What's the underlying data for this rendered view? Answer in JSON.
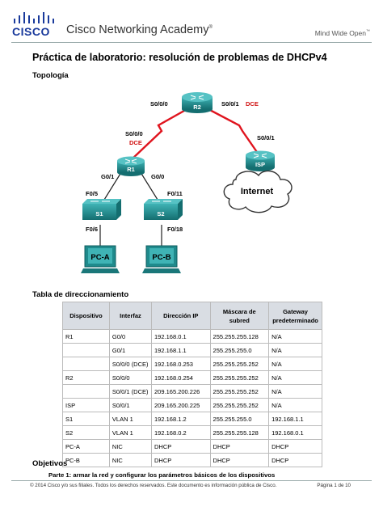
{
  "header": {
    "logo_text": "CISCO",
    "academy": "Cisco Networking Academy",
    "trademark": "®",
    "tagline": "Mind Wide Open",
    "tagline_mark": "™"
  },
  "title": "Práctica de laboratorio: resolución de problemas de DHCPv4",
  "topology": {
    "heading": "Topología",
    "labels": {
      "r2_left": "S0/0/0",
      "r2_right": "S0/0/1",
      "dce1": "DCE",
      "isp_port": "S0/0/1",
      "r1_serial": "S0/0/0",
      "dce2": "DCE",
      "r1_g01": "G0/1",
      "r1_g00": "G0/0",
      "s1_top": "F0/5",
      "s2_top": "F0/11",
      "s1_bottom": "F0/6",
      "s2_bottom": "F0/18"
    },
    "devices": {
      "r2": "R2",
      "isp": "ISP",
      "r1": "R1",
      "s1": "S1",
      "s2": "S2",
      "pca": "PC-A",
      "pcb": "PC-B",
      "internet": "Internet"
    }
  },
  "table": {
    "heading": "Tabla de direccionamiento",
    "columns": [
      "Dispositivo",
      "Interfaz",
      "Dirección IP",
      "Máscara de subred",
      "Gateway predeterminado"
    ],
    "rows": [
      [
        "R1",
        "G0/0",
        "192.168.0.1",
        "255.255.255.128",
        "N/A"
      ],
      [
        "",
        "G0/1",
        "192.168.1.1",
        "255.255.255.0",
        "N/A"
      ],
      [
        "",
        "S0/0/0 (DCE)",
        "192.168.0.253",
        "255.255.255.252",
        "N/A"
      ],
      [
        "R2",
        "S0/0/0",
        "192.168.0.254",
        "255.255.255.252",
        "N/A"
      ],
      [
        "",
        "S0/0/1 (DCE)",
        "209.165.200.226",
        "255.255.255.252",
        "N/A"
      ],
      [
        "ISP",
        "S0/0/1",
        "209.165.200.225",
        "255.255.255.252",
        "N/A"
      ],
      [
        "S1",
        "VLAN 1",
        "192.168.1.2",
        "255.255.255.0",
        "192.168.1.1"
      ],
      [
        "S2",
        "VLAN 1",
        "192.168.0.2",
        "255.255.255.128",
        "192.168.0.1"
      ],
      [
        "PC-A",
        "NIC",
        "DHCP",
        "DHCP",
        "DHCP"
      ],
      [
        "PC-B",
        "NIC",
        "DHCP",
        "DHCP",
        "DHCP"
      ]
    ]
  },
  "objectives": {
    "heading": "Objetivos",
    "part1": "Parte 1: armar la red y configurar los parámetros básicos de los dispositivos"
  },
  "footer": {
    "copyright": "© 2014 Cisco y/o sus filiales. Todos los derechos reservados. Este documento es información pública de Cisco.",
    "page": "Página 1 de 10"
  },
  "colors": {
    "cisco_blue": "#1a3a9c",
    "device_teal": "#1f8a8c",
    "serial_red": "#e0141e",
    "dce_red": "#d01010",
    "header_row": "#d9dde3"
  }
}
